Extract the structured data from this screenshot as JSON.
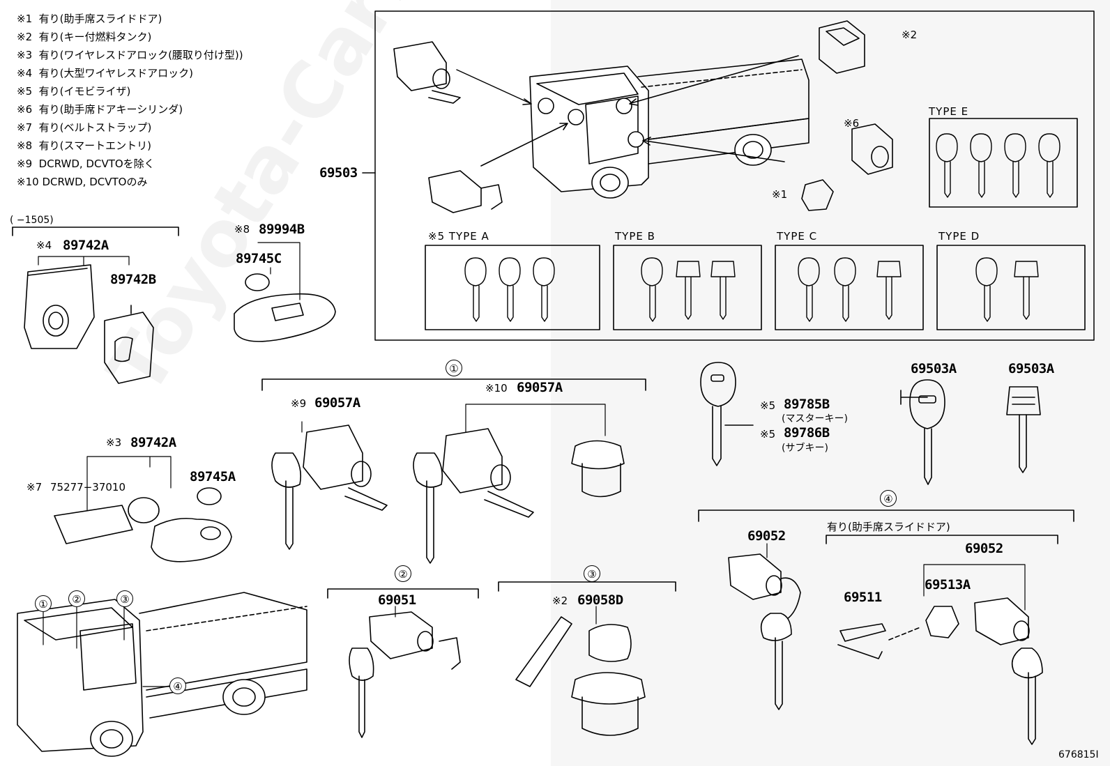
{
  "notes": [
    {
      "mark": "※1",
      "text": "有り(助手席スライドドア)"
    },
    {
      "mark": "※2",
      "text": "有り(キー付燃料タンク)"
    },
    {
      "mark": "※3",
      "text": "有り(ワイヤレスドアロック(腰取り付け型))"
    },
    {
      "mark": "※4",
      "text": "有り(大型ワイヤレスドアロック)"
    },
    {
      "mark": "※5",
      "text": "有り(イモビライザ)"
    },
    {
      "mark": "※6",
      "text": "有り(助手席ドアキーシリンダ)"
    },
    {
      "mark": "※7",
      "text": "有り(ベルトストラップ)"
    },
    {
      "mark": "※8",
      "text": "有り(スマートエントリ)"
    },
    {
      "mark": "※9",
      "text": "DCRWD, DCVTOを除く"
    },
    {
      "mark": "※10",
      "text": "DCRWD, DCVTOのみ"
    }
  ],
  "kit": {
    "part": "69503",
    "mark_fuel_cap": "※2",
    "mark_cylinder": "※6",
    "mark_slide_ring": "※1",
    "type_a": "※5  TYPE  A",
    "type_b": "TYPE  B",
    "type_c": "TYPE  C",
    "type_d": "TYPE  D",
    "type_e": "TYPE  E"
  },
  "left": {
    "range": "(      −1505)",
    "p89742a_mark": "※4",
    "p89742a": "89742A",
    "p89742b": "89742B",
    "p89994b_mark": "※8",
    "p89994b": "89994B",
    "p89745c": "89745C",
    "p89742a2_mark": "※3",
    "p89742a2": "89742A",
    "p75277_mark": "※7",
    "p75277": "75277−37010",
    "p89745a": "89745A"
  },
  "group1": {
    "circle": "①",
    "a_mark": "※9",
    "a_part": "69057A",
    "b_mark": "※10",
    "b_part": "69057A"
  },
  "group2": {
    "circle": "②",
    "part": "69051"
  },
  "group3": {
    "circle": "③",
    "mark": "※2",
    "part": "69058D"
  },
  "keys": {
    "master_mark": "※5",
    "master": "89785B",
    "master_label": "(マスターキー)",
    "sub_mark": "※5",
    "sub": "89786B",
    "sub_label": "(サブキー)",
    "blank1": "69503A",
    "blank2": "69503A"
  },
  "group4": {
    "circle": "④",
    "part_a": "69052",
    "slide_label": "有り(助手席スライドドア)",
    "part_b": "69052",
    "part_c": "69511",
    "part_d": "69513A"
  },
  "truck_callouts": [
    "①",
    "②",
    "③",
    "④"
  ],
  "watermark": "Toyota-CarMine.ru",
  "diagram_id": "676815I"
}
